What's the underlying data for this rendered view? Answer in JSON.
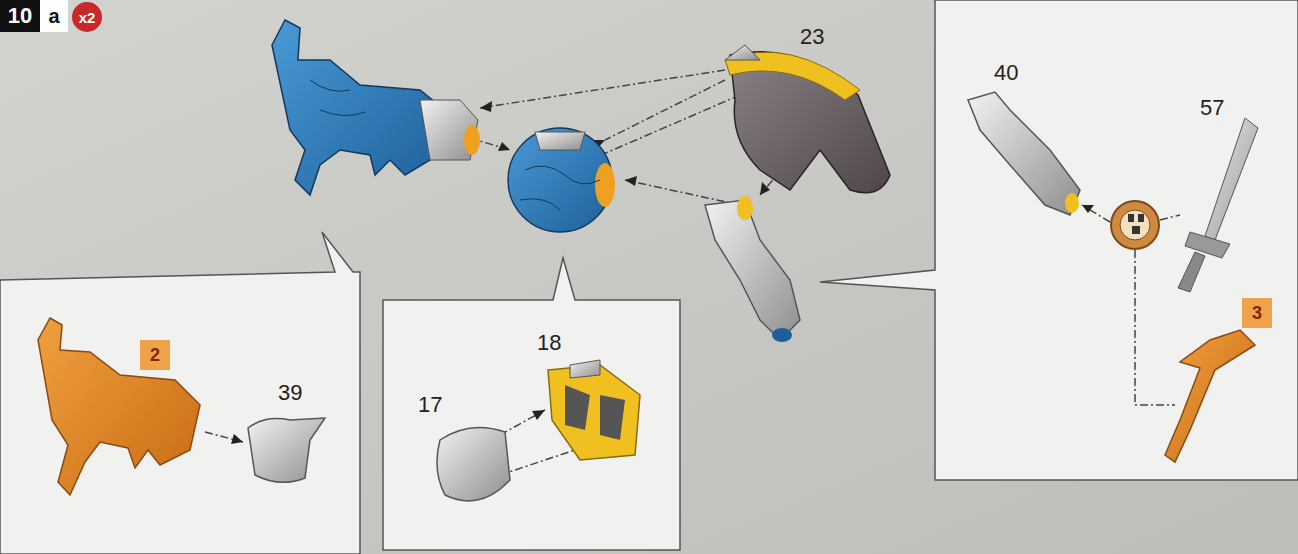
{
  "diagram": {
    "nodes": [
      {
        "text": [
          "10"
        ]
      },
      {
        "text": [
          "a"
        ]
      },
      {
        "text": [
          "x2"
        ]
      },
      {
        "text": [
          "2"
        ]
      },
      {
        "text": [
          "3"
        ]
      }
    ],
    "labels": [
      "23",
      "40",
      "57",
      "39",
      "17",
      "18"
    ]
  }
}
